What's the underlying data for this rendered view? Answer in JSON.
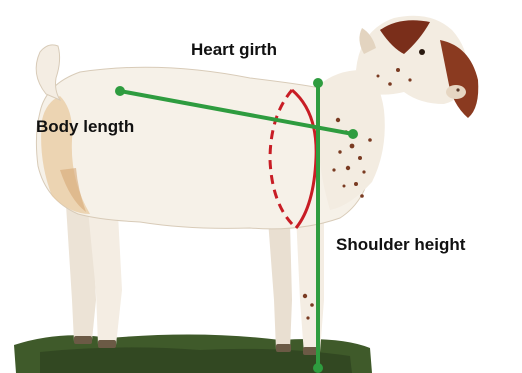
{
  "labels": {
    "heart_girth": "Heart girth",
    "body_length": "Body length",
    "shoulder_height": "Shoulder height"
  },
  "colors": {
    "measure_line": "#2e9c3f",
    "girth_ellipse": "#c81d25",
    "background": "#ffffff"
  }
}
